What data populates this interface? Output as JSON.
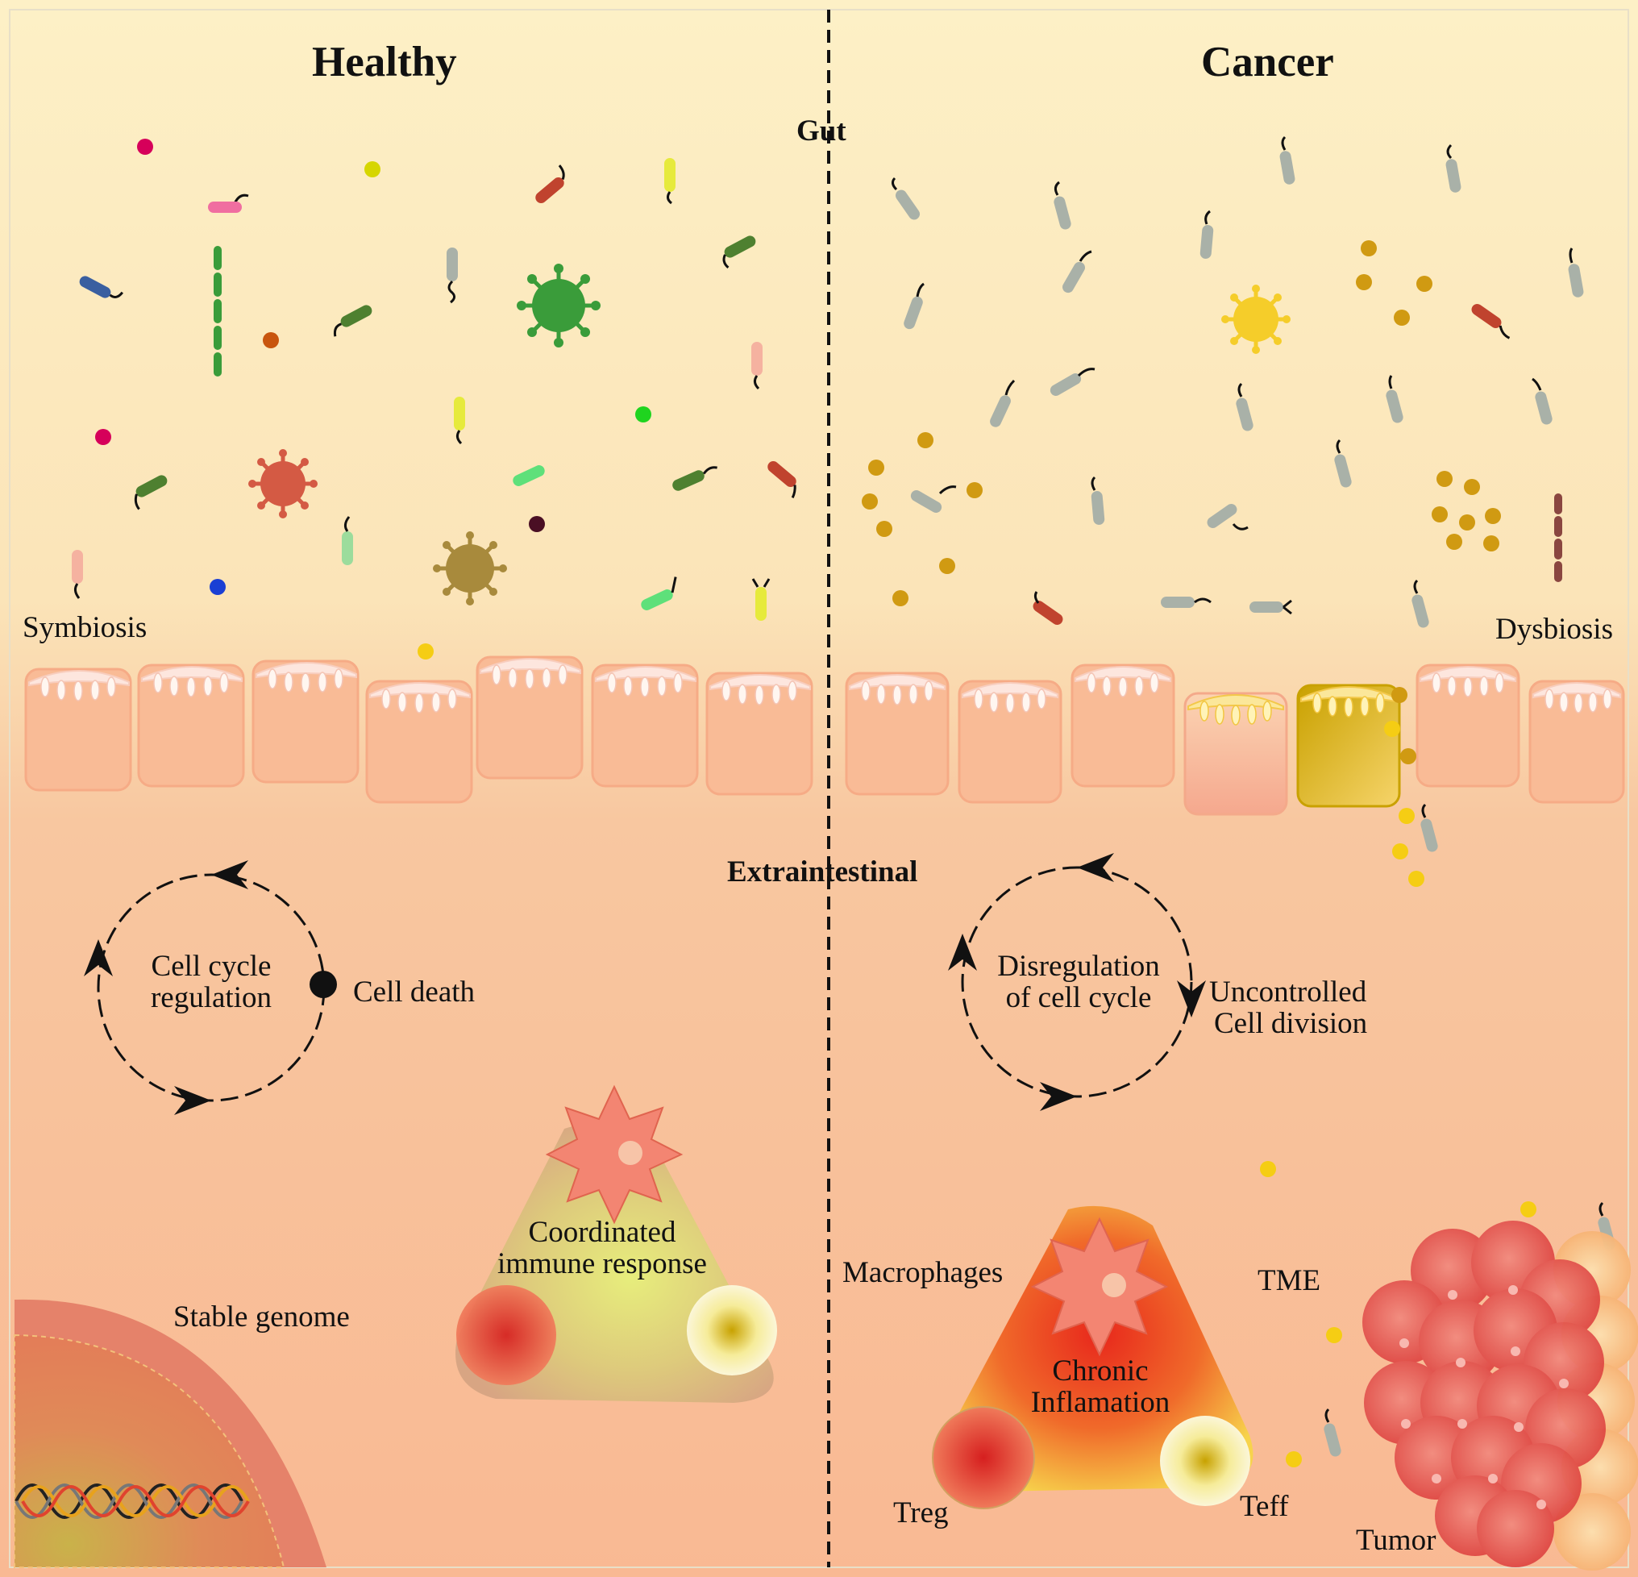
{
  "panels": {
    "healthy": {
      "title": "Healthy",
      "symbiosis": "Symbiosis",
      "cycle_label": [
        "Cell cycle",
        "regulation"
      ],
      "cell_death": "Cell death",
      "immune_label": [
        "Coordinated",
        "immune response"
      ],
      "genome": "Stable genome"
    },
    "cancer": {
      "title": "Cancer",
      "dysbiosis": "Dysbiosis",
      "cycle_label": [
        "Disregulation",
        "of cell cycle"
      ],
      "division_label": [
        "Uncontrolled",
        "Cell division"
      ],
      "macrophages": "Macrophages",
      "tme": "TME",
      "inflammation_label": [
        "Chronic",
        "Inflamation"
      ],
      "treg": "Treg",
      "teff": "Teff",
      "tumor": "Tumor"
    }
  },
  "zones": {
    "gut": "Gut",
    "extraintestinal": "Extraintestinal"
  },
  "colors": {
    "gut_background": "#fdf0c6",
    "tissue_background": "#f9b993",
    "epithelial_cell": "#f9bb96",
    "bacteria_grey": "#a9b1a8",
    "pathobiont_gold": "#d09a12",
    "inflammation_red": "#e8401c"
  }
}
